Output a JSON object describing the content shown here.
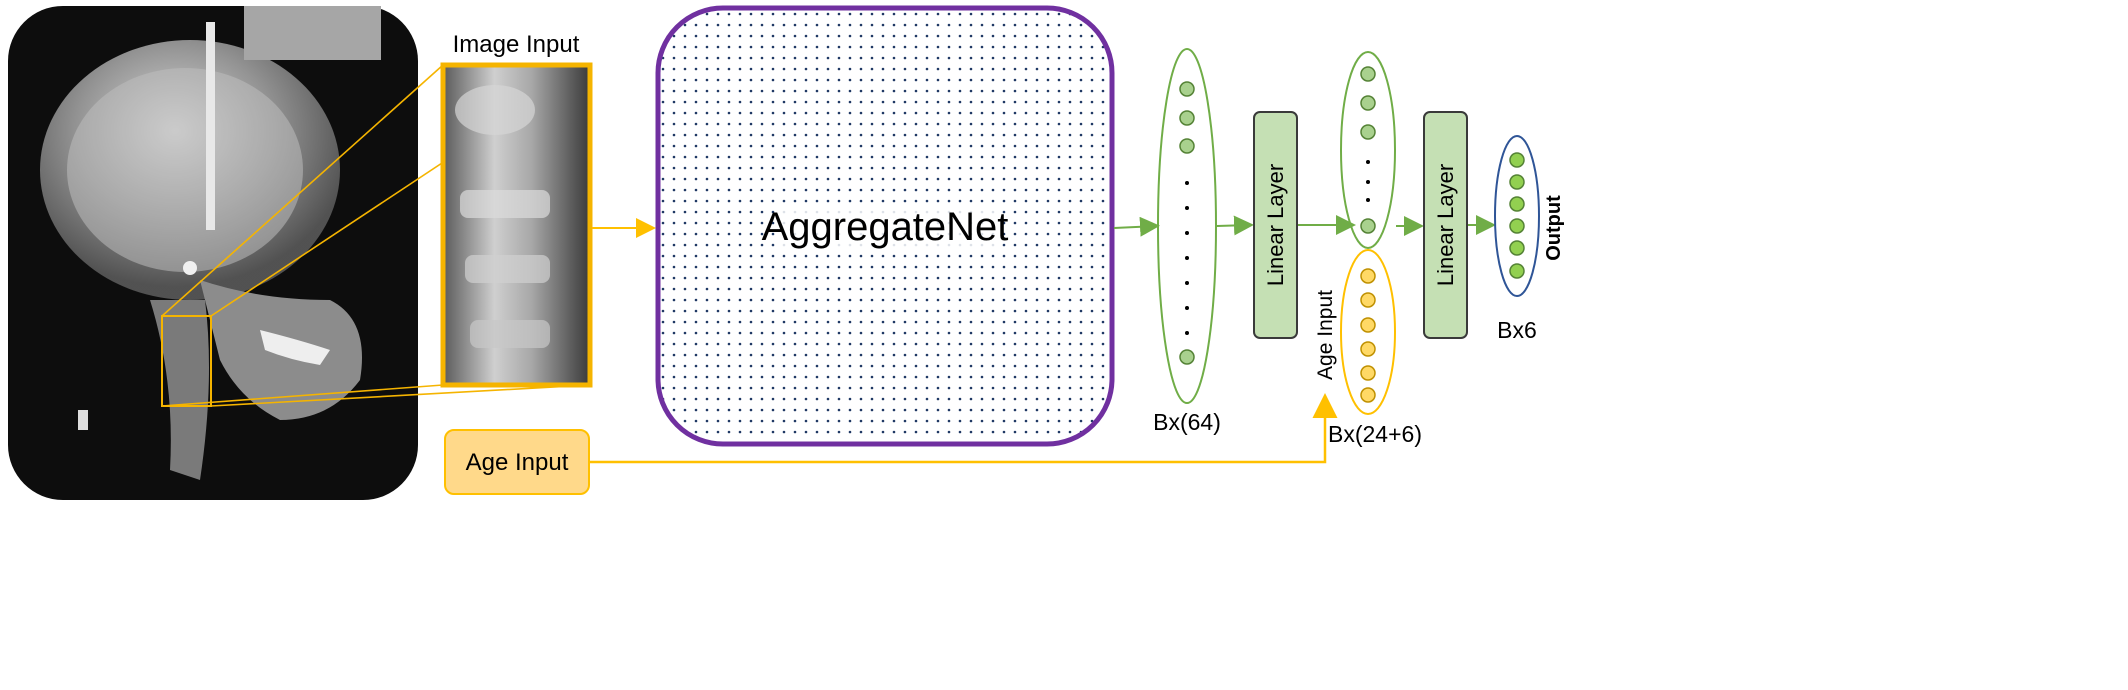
{
  "labels": {
    "image_input": "Image Input",
    "aggregate_net": "AggregateNet",
    "linear_layer_1": "Linear Layer",
    "linear_layer_2": "Linear Layer",
    "age_input_box": "Age Input",
    "age_input_vertical": "Age Input",
    "output": "Output",
    "feature_dim": "Bx(64)",
    "concat_dim": "Bx(24+6)",
    "output_dim": "Bx6"
  },
  "colors": {
    "image_highlight": "#f5b400",
    "aggregate_border": "#7030a0",
    "green_line": "#70ad47",
    "green_node": "#a9d18e",
    "green_node_border": "#548235",
    "linear_fill": "#c5e0b4",
    "linear_border": "#548235",
    "yellow_line": "#ffc000",
    "yellow_node": "#ffd966",
    "age_box_fill": "#ffd98a",
    "age_box_border": "#ffc000",
    "output_ring": "#2f5597",
    "output_node": "#92d050",
    "gray_label": "#a6a6a6"
  }
}
